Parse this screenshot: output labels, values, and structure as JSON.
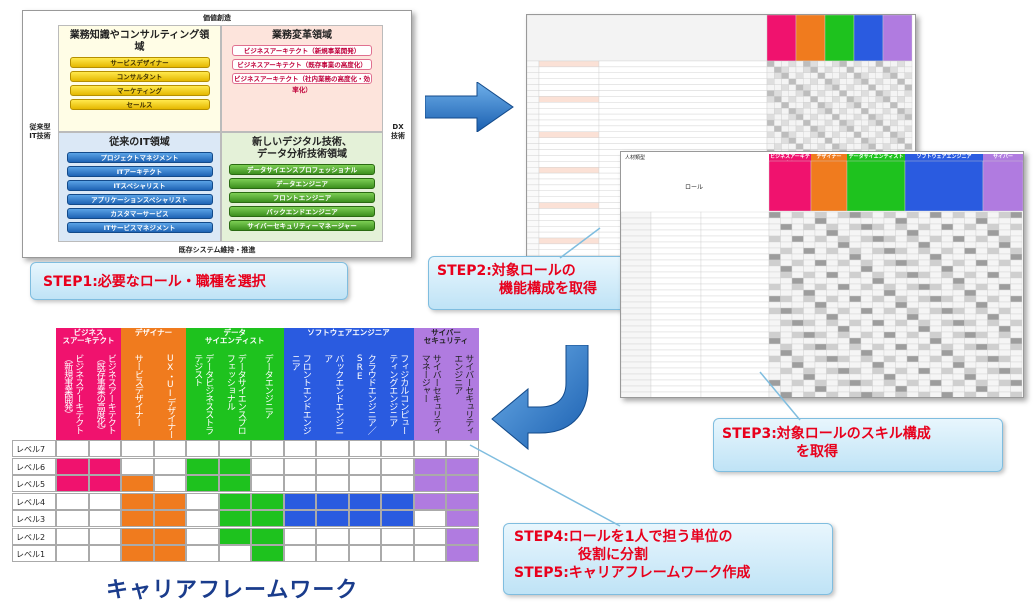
{
  "panel1": {
    "axis_top": "価値創造",
    "axis_bottom": "既存システム維持・推進",
    "axis_left": "従来型\nIT技術",
    "axis_right": "DX\n技術",
    "quadrants": {
      "tl": {
        "title": "業務知識やコンサルティング領域",
        "items": [
          "サービスデザイナー",
          "コンサルタント",
          "マーケティング",
          "セールス"
        ]
      },
      "tr": {
        "title": "業務変革領域",
        "items": [
          "ビジネスアーキテクト（新規事業開発）",
          "ビジネスアーキテクト（既存事業の高度化）",
          "ビジネスアーキテクト（社内業務の高度化・効率化）"
        ]
      },
      "bl": {
        "title": "従来のIT領域",
        "items": [
          "プロジェクトマネジメント",
          "ITアーキテクト",
          "ITスペシャリスト",
          "アプリケーションスペシャリスト",
          "カスタマーサービス",
          "ITサービスマネジメント"
        ]
      },
      "br": {
        "title": "新しいデジタル技術、\nデータ分析技術領域",
        "items": [
          "データサイエンスプロフェッショナル",
          "データエンジニア",
          "フロントエンジニア",
          "バックエンドエンジニア",
          "サイバーセキュリティーマネージャー"
        ]
      }
    }
  },
  "callouts": {
    "step1": "STEP1:必要なロール・職種を選択",
    "step2_l1": "STEP2:対象ロールの",
    "step2_l2": "機能構成を取得",
    "step3_l1": "STEP3:対象ロールのスキル構成",
    "step3_l2": "を取得",
    "step4_l1": "STEP4:ロールを1人で担う単位の",
    "step4_l2": "役割に分割",
    "step5": "STEP5:キャリアフレームワーク作成"
  },
  "panel3": {
    "role_label": "ロール",
    "header_left": "人材類型",
    "headers": [
      "ビジネスアーキテクト",
      "デザイナー",
      "データサイエンティスト",
      "ソフトウェアエンジニア",
      "サイバー"
    ]
  },
  "panel4": {
    "title": "キャリアフレームワーク",
    "categories": [
      {
        "label": "ビジネス\nスアーキテクト",
        "color": "#f0126e"
      },
      {
        "label": "デザイナー",
        "color": "#f07b1e"
      },
      {
        "label": "データ\nサイエンティスト",
        "color": "#1ec21e"
      },
      {
        "label": "ソフトウェアエンジニア",
        "color": "#2a5be0"
      },
      {
        "label": "サイバー\nセキュリティ",
        "color": "#b07be0"
      }
    ],
    "roles": [
      "ビジネスアーキテクト（新規事業開発）",
      "ビジネスアーキテクト（既存事業の高度化）",
      "サービスデザイナー",
      "UX・UIデザイナー",
      "データビジネスストラテジスト",
      "データサイエンスプロフェッショナル",
      "データエンジニア",
      "フロントエンドエンジニア",
      "バックエンドエンジニア",
      "クラウドエンジニア／SRE",
      "フィジカルコンピューティングエンジニア",
      "サイバーセキュリティマネージャー",
      "サイバーセキュリティエンジニア"
    ],
    "levels": [
      "レベル7",
      "レベル6",
      "レベル5",
      "レベル4",
      "レベル3",
      "レベル2",
      "レベル1"
    ]
  }
}
